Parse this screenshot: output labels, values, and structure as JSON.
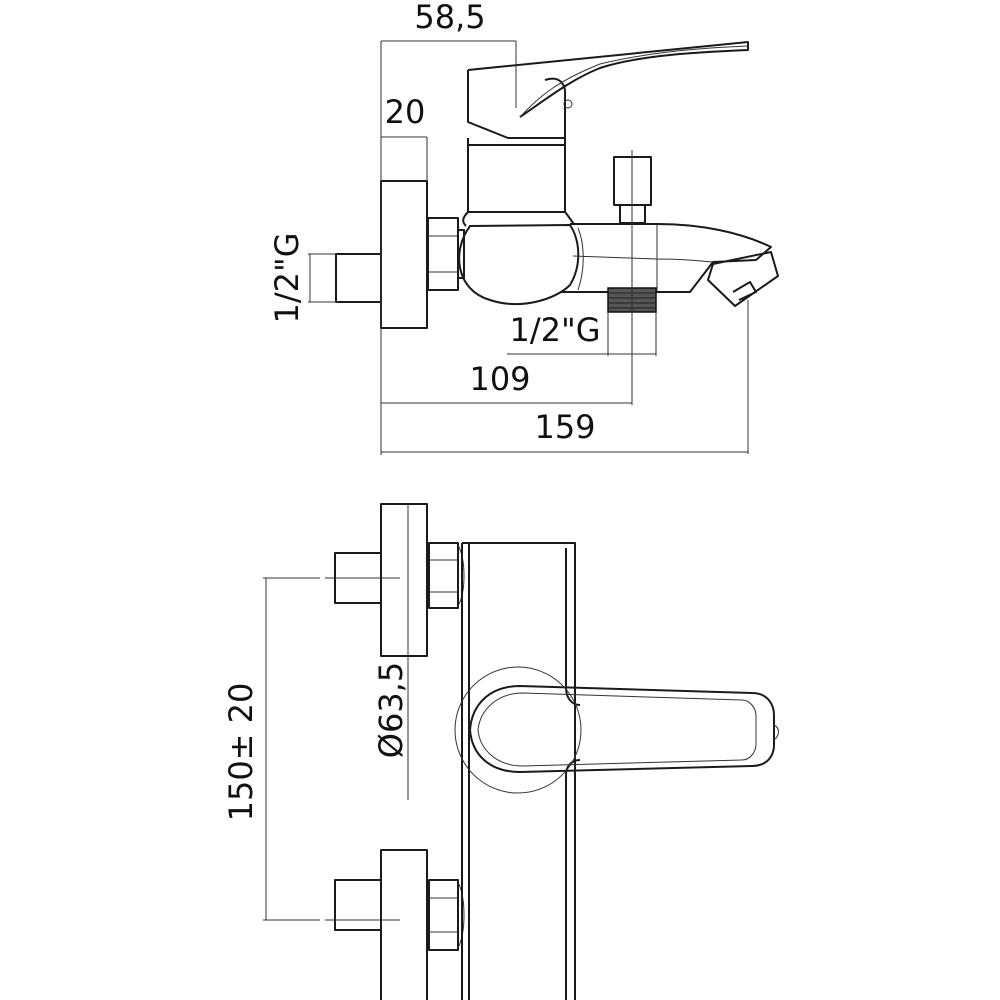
{
  "drawing": {
    "side_view": {
      "dim_handle_depth": "58,5",
      "dim_flange_thickness": "20",
      "dim_inlet_thread": "1/2\"G",
      "dim_outlet_thread": "1/2\"G",
      "dim_outlet_distance": "109",
      "dim_total_depth": "159"
    },
    "front_view": {
      "dim_centers": "150± 20",
      "dim_flange_diameter": "Ø63,5"
    }
  },
  "colors": {
    "line": "#1a1a1a",
    "background": "#ffffff"
  }
}
